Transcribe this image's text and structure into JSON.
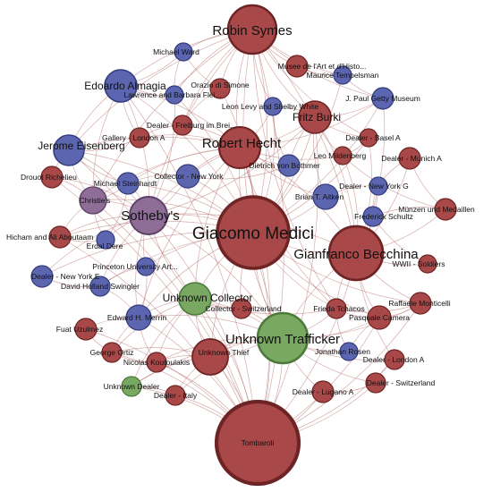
{
  "colors": {
    "red": "#a84848",
    "red_stroke": "#6e2424",
    "blue": "#5c66b0",
    "blue_stroke": "#343c7c",
    "purple": "#8e6e96",
    "purple_stroke": "#5c3f66",
    "green": "#78a862",
    "green_stroke": "#4c7a3a",
    "edge": "#b46868"
  },
  "nodes": [
    {
      "id": "tombaroli",
      "label": "Tombaroli",
      "color": "red"
    },
    {
      "id": "giacomo-medici",
      "label": "Giacomo Medici",
      "color": "red"
    },
    {
      "id": "gianfranco-becchina",
      "label": "Gianfranco Becchina",
      "color": "red"
    },
    {
      "id": "robin-symes",
      "label": "Robin Symes",
      "color": "red"
    },
    {
      "id": "robert-hecht",
      "label": "Robert Hecht",
      "color": "red"
    },
    {
      "id": "unknown-trafficker",
      "label": "Unknown Trafficker",
      "color": "green"
    },
    {
      "id": "sothebys",
      "label": "Sotheby's",
      "color": "purple"
    },
    {
      "id": "unknown-collector",
      "label": "Unknown Collector",
      "color": "green"
    },
    {
      "id": "fritz-burki",
      "label": "Fritz Burki",
      "color": "red"
    },
    {
      "id": "edoardo-almagia",
      "label": "Edoardo Almagia",
      "color": "blue"
    },
    {
      "id": "jerome-eisenberg",
      "label": "Jerome Eisenberg",
      "color": "blue"
    },
    {
      "id": "christies",
      "label": "Christie's",
      "color": "purple"
    },
    {
      "id": "edward-merrin",
      "label": "Edward H. Merrin",
      "color": "blue"
    },
    {
      "id": "unknown-thief",
      "label": "Unknown Thief",
      "color": "red"
    },
    {
      "id": "michael-ward",
      "label": "Michael Ward",
      "color": "blue"
    },
    {
      "id": "musee-art-histoire",
      "label": "Musee de l'Art et d'Histo...",
      "color": "red"
    },
    {
      "id": "maurice-tempelsman",
      "label": "Maurice Tempelsman",
      "color": "blue"
    },
    {
      "id": "orazio-di-simone",
      "label": "Orazio di Simone",
      "color": "red"
    },
    {
      "id": "lawrence-barbara-fleischman",
      "label": "Lawrence and Barbara Flei...",
      "color": "blue"
    },
    {
      "id": "j-paul-getty-museum",
      "label": "J. Paul Getty Museum",
      "color": "blue"
    },
    {
      "id": "leon-levy-shelby-white",
      "label": "Leon Levy and Shelby White",
      "color": "blue"
    },
    {
      "id": "dealer-freiburg",
      "label": "Dealer - Freiburg im Brei...",
      "color": "red"
    },
    {
      "id": "gallery-london-a",
      "label": "Gallery - London A",
      "color": "red"
    },
    {
      "id": "dealer-basel-a",
      "label": "Dealer - Basel A",
      "color": "red"
    },
    {
      "id": "leo-mildenberg",
      "label": "Leo Mildenberg",
      "color": "red"
    },
    {
      "id": "dealer-munich-a",
      "label": "Dealer - Munich A",
      "color": "red"
    },
    {
      "id": "dietrich-von-bothmer",
      "label": "Dietrich von Bothmer",
      "color": "blue"
    },
    {
      "id": "drouot-richelieu",
      "label": "Drouot Richelieu",
      "color": "red"
    },
    {
      "id": "collector-new-york",
      "label": "Collector - New York",
      "color": "blue"
    },
    {
      "id": "michael-steinhardt",
      "label": "Michael Steinhardt",
      "color": "blue"
    },
    {
      "id": "dealer-new-york-g",
      "label": "Dealer - New York G",
      "color": "blue"
    },
    {
      "id": "brian-aitken",
      "label": "Brian T. Aitken",
      "color": "blue"
    },
    {
      "id": "muenzen-medaillen",
      "label": "Münzen und Medaillen",
      "color": "red"
    },
    {
      "id": "frederick-schultz",
      "label": "Frederick Schultz",
      "color": "blue"
    },
    {
      "id": "hicham-aboutaam",
      "label": "Hicham and Ali Aboutaam",
      "color": "red"
    },
    {
      "id": "erdal-dere",
      "label": "Erdal Dere",
      "color": "blue"
    },
    {
      "id": "wwii-soldiers",
      "label": "WWII - Soldiers",
      "color": "red"
    },
    {
      "id": "dealer-new-york-e",
      "label": "Dealer - New York E",
      "color": "blue"
    },
    {
      "id": "david-holland-swingler",
      "label": "David Holland Swingler",
      "color": "blue"
    },
    {
      "id": "princeton-university-art",
      "label": "Princeton University Art...",
      "color": "blue"
    },
    {
      "id": "raffaele-monticelli",
      "label": "Raffaele Monticelli",
      "color": "red"
    },
    {
      "id": "collector-switzerland",
      "label": "Collector - Switzerland",
      "color": "red"
    },
    {
      "id": "frieda-tchacos",
      "label": "Frieda Tchacos",
      "color": "red"
    },
    {
      "id": "pasquale-camera",
      "label": "Pasquale Camera",
      "color": "red"
    },
    {
      "id": "fuat-uzulmez",
      "label": "Fuat Uzulmez",
      "color": "red"
    },
    {
      "id": "george-ortiz",
      "label": "George Ortiz",
      "color": "red"
    },
    {
      "id": "nicolas-koutoulakis",
      "label": "Nicolas Koutoulakis",
      "color": "red"
    },
    {
      "id": "jonathan-rosen",
      "label": "Jonathan Rosen",
      "color": "blue"
    },
    {
      "id": "dealer-london-a",
      "label": "Dealer - London A",
      "color": "red"
    },
    {
      "id": "unknown-dealer",
      "label": "Unknown Dealer",
      "color": "green"
    },
    {
      "id": "dealer-italy",
      "label": "Dealer - Italy",
      "color": "red"
    },
    {
      "id": "dealer-switzerland",
      "label": "Dealer - Switzerland",
      "color": "red"
    },
    {
      "id": "dealer-lugano-a",
      "label": "Dealer - Lugano A",
      "color": "red"
    }
  ],
  "edges": [
    [
      "tombaroli",
      "giacomo-medici"
    ],
    [
      "tombaroli",
      "gianfranco-becchina"
    ],
    [
      "tombaroli",
      "unknown-trafficker"
    ],
    [
      "tombaroli",
      "robin-symes"
    ],
    [
      "tombaroli",
      "robert-hecht"
    ],
    [
      "tombaroli",
      "unknown-thief"
    ],
    [
      "tombaroli",
      "unknown-collector"
    ],
    [
      "tombaroli",
      "sothebys"
    ],
    [
      "tombaroli",
      "dealer-italy"
    ],
    [
      "tombaroli",
      "unknown-dealer"
    ],
    [
      "tombaroli",
      "dealer-lugano-a"
    ],
    [
      "tombaroli",
      "dealer-switzerland"
    ],
    [
      "tombaroli",
      "nicolas-koutoulakis"
    ],
    [
      "tombaroli",
      "george-ortiz"
    ],
    [
      "tombaroli",
      "pasquale-camera"
    ],
    [
      "tombaroli",
      "jerome-eisenberg"
    ],
    [
      "tombaroli",
      "edoardo-almagia"
    ],
    [
      "tombaroli",
      "fritz-burki"
    ],
    [
      "tombaroli",
      "christies"
    ],
    [
      "tombaroli",
      "edward-merrin"
    ],
    [
      "tombaroli",
      "dealer-london-a"
    ],
    [
      "tombaroli",
      "raffaele-monticelli"
    ],
    [
      "tombaroli",
      "fuat-uzulmez"
    ],
    [
      "tombaroli",
      "drouot-richelieu"
    ],
    [
      "tombaroli",
      "hicham-aboutaam"
    ],
    [
      "giacomo-medici",
      "robin-symes"
    ],
    [
      "giacomo-medici",
      "robert-hecht"
    ],
    [
      "giacomo-medici",
      "gianfranco-becchina"
    ],
    [
      "giacomo-medici",
      "sothebys"
    ],
    [
      "giacomo-medici",
      "unknown-trafficker"
    ],
    [
      "giacomo-medici",
      "unknown-collector"
    ],
    [
      "giacomo-medici",
      "edoardo-almagia"
    ],
    [
      "giacomo-medici",
      "fritz-burki"
    ],
    [
      "giacomo-medici",
      "jerome-eisenberg"
    ],
    [
      "giacomo-medici",
      "christies"
    ],
    [
      "giacomo-medici",
      "j-paul-getty-museum"
    ],
    [
      "giacomo-medici",
      "leon-levy-shelby-white"
    ],
    [
      "giacomo-medici",
      "lawrence-barbara-fleischman"
    ],
    [
      "giacomo-medici",
      "maurice-tempelsman"
    ],
    [
      "giacomo-medici",
      "dietrich-von-bothmer"
    ],
    [
      "giacomo-medici",
      "collector-new-york"
    ],
    [
      "giacomo-medici",
      "frieda-tchacos"
    ],
    [
      "giacomo-medici",
      "pasquale-camera"
    ],
    [
      "giacomo-medici",
      "edward-merrin"
    ],
    [
      "giacomo-medici",
      "princeton-university-art"
    ],
    [
      "giacomo-medici",
      "michael-steinhardt"
    ],
    [
      "giacomo-medici",
      "brian-aitken"
    ],
    [
      "giacomo-medici",
      "dealer-basel-a"
    ],
    [
      "giacomo-medici",
      "hicham-aboutaam"
    ],
    [
      "giacomo-medici",
      "unknown-thief"
    ],
    [
      "giacomo-medici",
      "orazio-di-simone"
    ],
    [
      "giacomo-medici",
      "collector-switzerland"
    ],
    [
      "giacomo-medici",
      "david-holland-swingler"
    ],
    [
      "giacomo-medici",
      "dealer-new-york-e"
    ],
    [
      "giacomo-medici",
      "raffaele-monticelli"
    ],
    [
      "gianfranco-becchina",
      "robin-symes"
    ],
    [
      "gianfranco-becchina",
      "robert-hecht"
    ],
    [
      "gianfranco-becchina",
      "fritz-burki"
    ],
    [
      "gianfranco-becchina",
      "dealer-basel-a"
    ],
    [
      "gianfranco-becchina",
      "leo-mildenberg"
    ],
    [
      "gianfranco-becchina",
      "muenzen-medaillen"
    ],
    [
      "gianfranco-becchina",
      "wwii-soldiers"
    ],
    [
      "gianfranco-becchina",
      "raffaele-monticelli"
    ],
    [
      "gianfranco-becchina",
      "dealer-munich-a"
    ],
    [
      "gianfranco-becchina",
      "frederick-schultz"
    ],
    [
      "gianfranco-becchina",
      "unknown-trafficker"
    ],
    [
      "gianfranco-becchina",
      "dealer-new-york-g"
    ],
    [
      "gianfranco-becchina",
      "j-paul-getty-museum"
    ],
    [
      "gianfranco-becchina",
      "sothebys"
    ],
    [
      "gianfranco-becchina",
      "pasquale-camera"
    ],
    [
      "gianfranco-becchina",
      "frieda-tchacos"
    ],
    [
      "gianfranco-becchina",
      "dealer-london-a"
    ],
    [
      "robin-symes",
      "robert-hecht"
    ],
    [
      "robin-symes",
      "michael-ward"
    ],
    [
      "robin-symes",
      "musee-art-histoire"
    ],
    [
      "robin-symes",
      "maurice-tempelsman"
    ],
    [
      "robin-symes",
      "orazio-di-simone"
    ],
    [
      "robin-symes",
      "j-paul-getty-museum"
    ],
    [
      "robin-symes",
      "leon-levy-shelby-white"
    ],
    [
      "robin-symes",
      "fritz-burki"
    ],
    [
      "robin-symes",
      "edoardo-almagia"
    ],
    [
      "robin-symes",
      "lawrence-barbara-fleischman"
    ],
    [
      "robin-symes",
      "christies"
    ],
    [
      "robin-symes",
      "sothebys"
    ],
    [
      "robin-symes",
      "unknown-trafficker"
    ],
    [
      "robin-symes",
      "jerome-eisenberg"
    ],
    [
      "robin-symes",
      "dealer-freiburg"
    ],
    [
      "robin-symes",
      "frieda-tchacos"
    ],
    [
      "robin-symes",
      "dealer-basel-a"
    ],
    [
      "robert-hecht",
      "fritz-burki"
    ],
    [
      "robert-hecht",
      "dietrich-von-bothmer"
    ],
    [
      "robert-hecht",
      "edoardo-almagia"
    ],
    [
      "robert-hecht",
      "leon-levy-shelby-white"
    ],
    [
      "robert-hecht",
      "collector-new-york"
    ],
    [
      "robert-hecht",
      "michael-steinhardt"
    ],
    [
      "robert-hecht",
      "christies"
    ],
    [
      "robert-hecht",
      "sothebys"
    ],
    [
      "robert-hecht",
      "jerome-eisenberg"
    ],
    [
      "robert-hecht",
      "dealer-freiburg"
    ],
    [
      "robert-hecht",
      "gallery-london-a"
    ],
    [
      "robert-hecht",
      "j-paul-getty-museum"
    ],
    [
      "robert-hecht",
      "unknown-collector"
    ],
    [
      "robert-hecht",
      "unknown-trafficker"
    ],
    [
      "robert-hecht",
      "frieda-tchacos"
    ],
    [
      "robert-hecht",
      "leo-mildenberg"
    ],
    [
      "robert-hecht",
      "brian-aitken"
    ],
    [
      "robert-hecht",
      "edward-merrin"
    ],
    [
      "unknown-trafficker",
      "unknown-collector"
    ],
    [
      "unknown-trafficker",
      "unknown-thief"
    ],
    [
      "unknown-trafficker",
      "frieda-tchacos"
    ],
    [
      "unknown-trafficker",
      "pasquale-camera"
    ],
    [
      "unknown-trafficker",
      "jonathan-rosen"
    ],
    [
      "unknown-trafficker",
      "dealer-london-a"
    ],
    [
      "unknown-trafficker",
      "dealer-lugano-a"
    ],
    [
      "unknown-trafficker",
      "dealer-switzerland"
    ],
    [
      "unknown-trafficker",
      "collector-switzerland"
    ],
    [
      "unknown-trafficker",
      "raffaele-monticelli"
    ],
    [
      "unknown-trafficker",
      "nicolas-koutoulakis"
    ],
    [
      "unknown-trafficker",
      "sothebys"
    ],
    [
      "unknown-trafficker",
      "edward-merrin"
    ],
    [
      "unknown-trafficker",
      "unknown-dealer"
    ],
    [
      "unknown-trafficker",
      "dealer-italy"
    ],
    [
      "sothebys",
      "christies"
    ],
    [
      "sothebys",
      "jerome-eisenberg"
    ],
    [
      "sothebys",
      "edoardo-almagia"
    ],
    [
      "sothebys",
      "michael-steinhardt"
    ],
    [
      "sothebys",
      "erdal-dere"
    ],
    [
      "sothebys",
      "princeton-university-art"
    ],
    [
      "sothebys",
      "drouot-richelieu"
    ],
    [
      "sothebys",
      "hicham-aboutaam"
    ],
    [
      "sothebys",
      "collector-new-york"
    ],
    [
      "sothebys",
      "david-holland-swingler"
    ],
    [
      "sothebys",
      "dealer-new-york-e"
    ],
    [
      "sothebys",
      "unknown-collector"
    ],
    [
      "sothebys",
      "edward-merrin"
    ],
    [
      "sothebys",
      "fritz-burki"
    ],
    [
      "sothebys",
      "lawrence-barbara-fleischman"
    ],
    [
      "unknown-collector",
      "collector-switzerland"
    ],
    [
      "unknown-collector",
      "unknown-thief"
    ],
    [
      "unknown-collector",
      "edward-merrin"
    ],
    [
      "unknown-collector",
      "george-ortiz"
    ],
    [
      "unknown-collector",
      "nicolas-koutoulakis"
    ],
    [
      "unknown-collector",
      "unknown-dealer"
    ],
    [
      "unknown-collector",
      "frieda-tchacos"
    ],
    [
      "fritz-burki",
      "dietrich-von-bothmer"
    ],
    [
      "fritz-burki",
      "leo-mildenberg"
    ],
    [
      "fritz-burki",
      "dealer-basel-a"
    ],
    [
      "fritz-burki",
      "leon-levy-shelby-white"
    ],
    [
      "fritz-burki",
      "brian-aitken"
    ],
    [
      "fritz-burki",
      "j-paul-getty-museum"
    ],
    [
      "edoardo-almagia",
      "lawrence-barbara-fleischman"
    ],
    [
      "edoardo-almagia",
      "gallery-london-a"
    ],
    [
      "edoardo-almagia",
      "jerome-eisenberg"
    ],
    [
      "edoardo-almagia",
      "michael-ward"
    ],
    [
      "edoardo-almagia",
      "christies"
    ],
    [
      "jerome-eisenberg",
      "christies"
    ],
    [
      "jerome-eisenberg",
      "drouot-richelieu"
    ],
    [
      "jerome-eisenberg",
      "gallery-london-a"
    ],
    [
      "jerome-eisenberg",
      "michael-steinhardt"
    ],
    [
      "christies",
      "hicham-aboutaam"
    ],
    [
      "christies",
      "michael-steinhardt"
    ],
    [
      "christies",
      "erdal-dere"
    ],
    [
      "christies",
      "drouot-richelieu"
    ],
    [
      "edward-merrin",
      "fuat-uzulmez"
    ],
    [
      "edward-merrin",
      "george-ortiz"
    ],
    [
      "edward-merrin",
      "princeton-university-art"
    ],
    [
      "edward-merrin",
      "david-holland-swingler"
    ],
    [
      "edward-merrin",
      "nicolas-koutoulakis"
    ],
    [
      "unknown-thief",
      "nicolas-koutoulakis"
    ],
    [
      "unknown-thief",
      "george-ortiz"
    ],
    [
      "unknown-thief",
      "dealer-italy"
    ],
    [
      "unknown-thief",
      "unknown-dealer"
    ],
    [
      "frieda-tchacos",
      "pasquale-camera"
    ],
    [
      "frieda-tchacos",
      "raffaele-monticelli"
    ],
    [
      "frieda-tchacos",
      "jonathan-rosen"
    ],
    [
      "pasquale-camera",
      "raffaele-monticelli"
    ],
    [
      "pasquale-camera",
      "jonathan-rosen"
    ],
    [
      "dealer-london-a",
      "dealer-switzerland"
    ],
    [
      "dealer-lugano-a",
      "dealer-switzerland"
    ],
    [
      "dealer-italy",
      "unknown-dealer"
    ],
    [
      "leo-mildenberg",
      "muenzen-medaillen"
    ],
    [
      "leo-mildenberg",
      "dealer-basel-a"
    ],
    [
      "muenzen-medaillen",
      "frederick-schultz"
    ],
    [
      "frederick-schultz",
      "wwii-soldiers"
    ],
    [
      "dealer-munich-a",
      "muenzen-medaillen"
    ],
    [
      "dealer-munich-a",
      "dealer-new-york-g"
    ],
    [
      "dealer-new-york-g",
      "frederick-schultz"
    ],
    [
      "dealer-new-york-g",
      "brian-aitken"
    ],
    [
      "michael-ward",
      "lawrence-barbara-fleischman"
    ],
    [
      "michael-ward",
      "orazio-di-simone"
    ],
    [
      "musee-art-histoire",
      "maurice-tempelsman"
    ],
    [
      "maurice-tempelsman",
      "j-paul-getty-museum"
    ],
    [
      "orazio-di-simone",
      "dealer-freiburg"
    ],
    [
      "leon-levy-shelby-white",
      "dietrich-von-bothmer"
    ],
    [
      "dealer-freiburg",
      "gallery-london-a"
    ],
    [
      "collector-new-york",
      "michael-steinhardt"
    ],
    [
      "collector-new-york",
      "dietrich-von-bothmer"
    ],
    [
      "princeton-university-art",
      "david-holland-swingler"
    ],
    [
      "dealer-new-york-e",
      "david-holland-swingler"
    ],
    [
      "erdal-dere",
      "michael-steinhardt"
    ],
    [
      "fuat-uzulmez",
      "george-ortiz"
    ],
    [
      "george-ortiz",
      "nicolas-koutoulakis"
    ],
    [
      "hicham-aboutaam",
      "erdal-dere"
    ]
  ]
}
